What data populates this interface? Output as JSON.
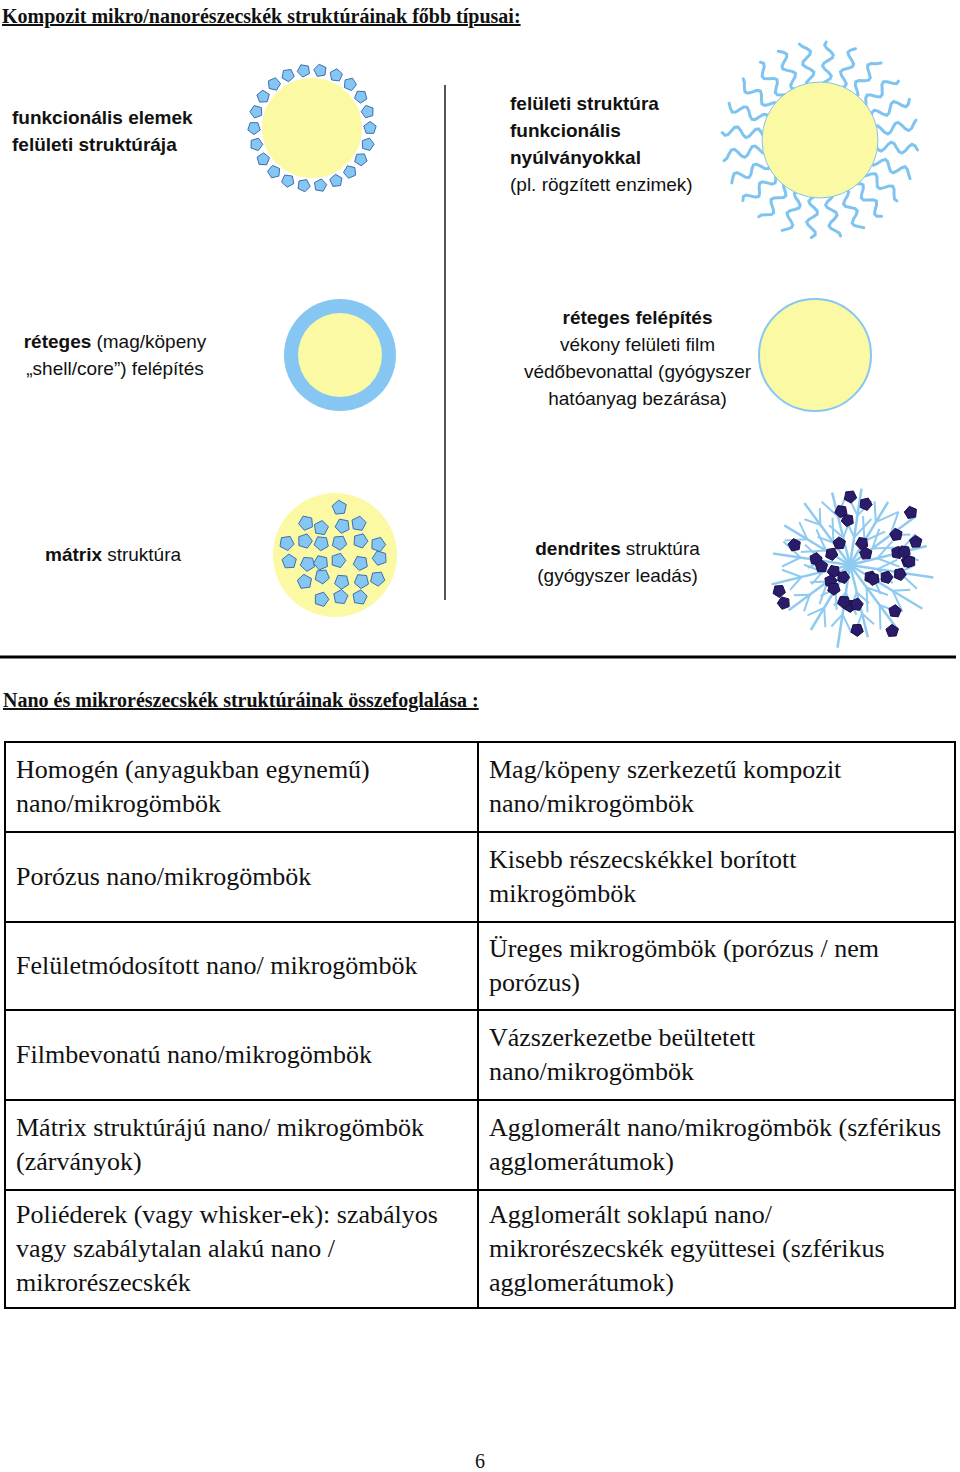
{
  "diagram": {
    "title": "Kompozit mikro/nanorészecskék struktúráinak főbb típusai:",
    "labels": [
      "funkcionális elemek felületi struktúrája",
      "felületi struktúra funkcionális nyúlványokkal",
      "(pl. rögzített enzimek)",
      "réteges",
      "(mag/köpeny „shell/core”) felépítés",
      "réteges felépítés",
      "vékony felületi film védőbevonattal (gyógyszer hatóanyag bezárása)",
      "mátrix",
      "struktúra",
      "dendrites",
      "struktúra (gyógyszer leadás)",
      "Nano és mikrorészecskék struktúráinak összefoglalása :",
      "Homogén (anyagukban egynemű) nano/mikrogömbök",
      "Mag/köpeny szerkezetű kompozit nano/mikrogömbök",
      "Porózus nano/mikrogömbök",
      "Kisebb részecskékkel borított mikrogömbök",
      "Felületmódosított nano/ mikrogömbök",
      "Üreges mikrogömbök (porózus / nem porózus)",
      "Filmbevonatú nano/mikrogömbök",
      "Vázszerkezetbe beültetett nano/mikrogömbök",
      "Mátrix struktúrájú nano/ mikrogömbök (zárványok)",
      "Agglomerált nano/mikrogömbök (szférikus agglomerátumok)",
      "Poliéderek (vagy whisker-ek): szabályos vagy szabálytalan alakú nano / mikrorészecskék",
      "Agglomerált soklapú nano/ mikrorészecskék együttesei (szférikus agglomerátumok)",
      "6"
    ]
  }
}
